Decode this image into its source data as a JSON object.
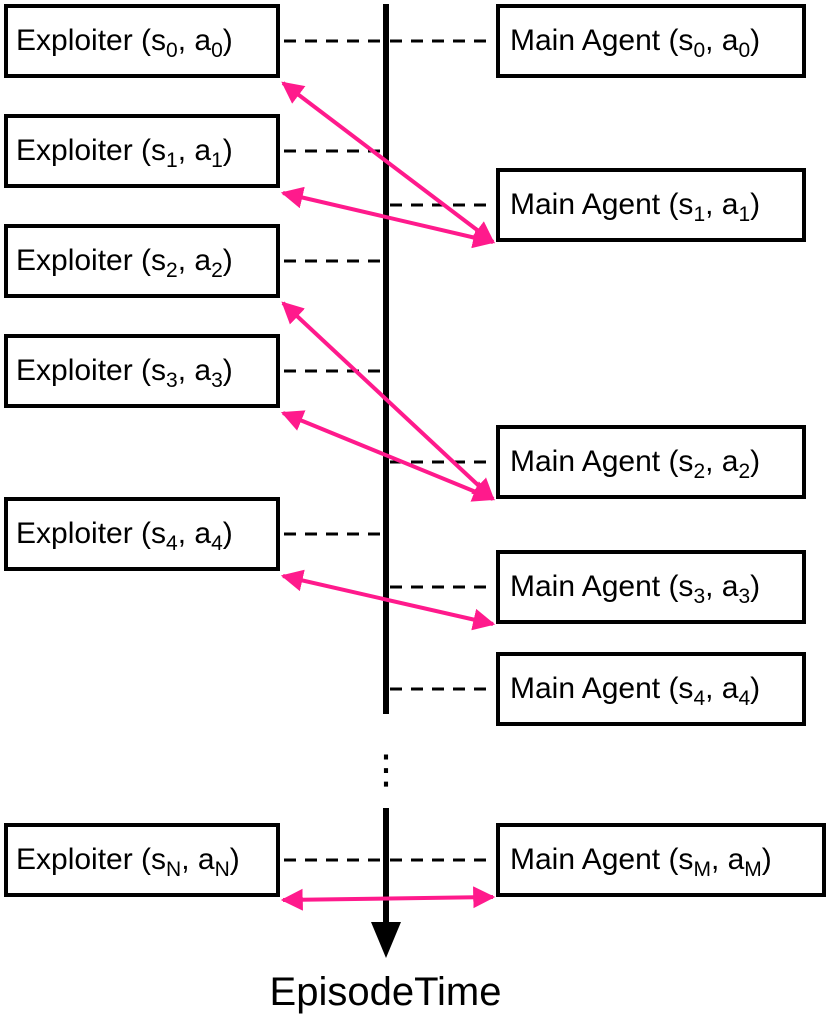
{
  "exploiter_label": "Exploiter (",
  "main_agent_label": "Main Agent (",
  "state_symbol": "s",
  "action_symbol": "a",
  "separator": ", ",
  "close_paren": ")",
  "exploiter_steps": [
    "0",
    "1",
    "2",
    "3",
    "4",
    "N"
  ],
  "main_agent_steps": [
    "0",
    "1",
    "2",
    "3",
    "4",
    "M"
  ],
  "ellipsis": "⋮",
  "axis_label": "EpisodeTime",
  "colors": {
    "timeline": "#000000",
    "connector": "#000000",
    "interaction_arrow": "#ff1a8c"
  },
  "interactions": [
    {
      "exploiter": "0",
      "main_agent": "1"
    },
    {
      "exploiter": "1",
      "main_agent": "1"
    },
    {
      "exploiter": "2",
      "main_agent": "2"
    },
    {
      "exploiter": "3",
      "main_agent": "2"
    },
    {
      "exploiter": "4",
      "main_agent": "3"
    },
    {
      "exploiter": "N",
      "main_agent": "M"
    }
  ]
}
